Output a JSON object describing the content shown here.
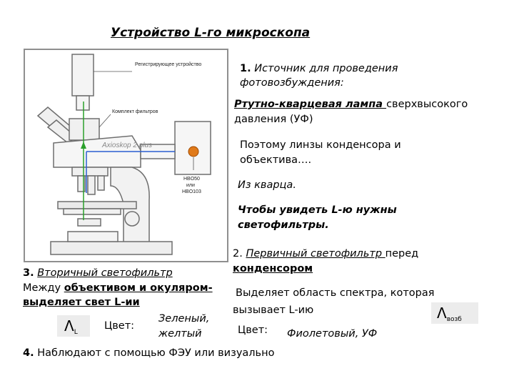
{
  "title": "Устройство L-го микроскопа",
  "figure": {
    "label_recorder": "Регистрирующее устройство",
    "label_filters": "Комплект фильтров",
    "label_axioskop": "Axioskop 2 plus",
    "label_lamp1": "HBO50",
    "label_or": "или",
    "label_lamp2": "HBO103"
  },
  "item1": {
    "number": "1.",
    "heading_line1": "Источник для проведения",
    "heading_line2": "фотовозбуждения:",
    "lamp_underlined": "Ртутно-кварцевая лампа ",
    "lamp_rest": "сверхвысокого",
    "lamp_line2": "давления (УФ)",
    "consequence_line1": "Поэтому линзы конденсора и",
    "consequence_line2": "объектива….",
    "answer": "Из кварца.",
    "filters_line1": "Чтобы увидеть L-ю нужны",
    "filters_line2": "светофильтры."
  },
  "item2": {
    "number": "2.",
    "heading": "Первичный светофильтр ",
    "heading_rest": "перед",
    "heading_line2": "конденсором",
    "desc_line1": "Выделяет область спектра, которая",
    "desc_line2": "вызывает L-ию",
    "lambda_symbol": "Λ",
    "lambda_sub": "возб",
    "color_label": "Цвет:",
    "color_value": "Фиолетовый,  УФ"
  },
  "item3": {
    "number": "3.",
    "heading": "Вторичный светофильтр",
    "desc_prefix": "Между ",
    "desc_underlined": "объективом и окуляром-",
    "desc_line2": "выделяет свет L-ии",
    "lambda_symbol": "Λ",
    "lambda_sub": "L",
    "color_label": "Цвет:",
    "color_value_line1": "Зеленый,",
    "color_value_line2": "желтый"
  },
  "item4": {
    "number": "4.",
    "text": "Наблюдают с помощью ФЭУ или визуально"
  },
  "colors": {
    "frame": "#8f8f8f",
    "microscope": "#7a7a7a",
    "lamp_dot": "#e07a1a",
    "beam_green": "#2aa02a",
    "beam_blue": "#2a5fd0"
  }
}
